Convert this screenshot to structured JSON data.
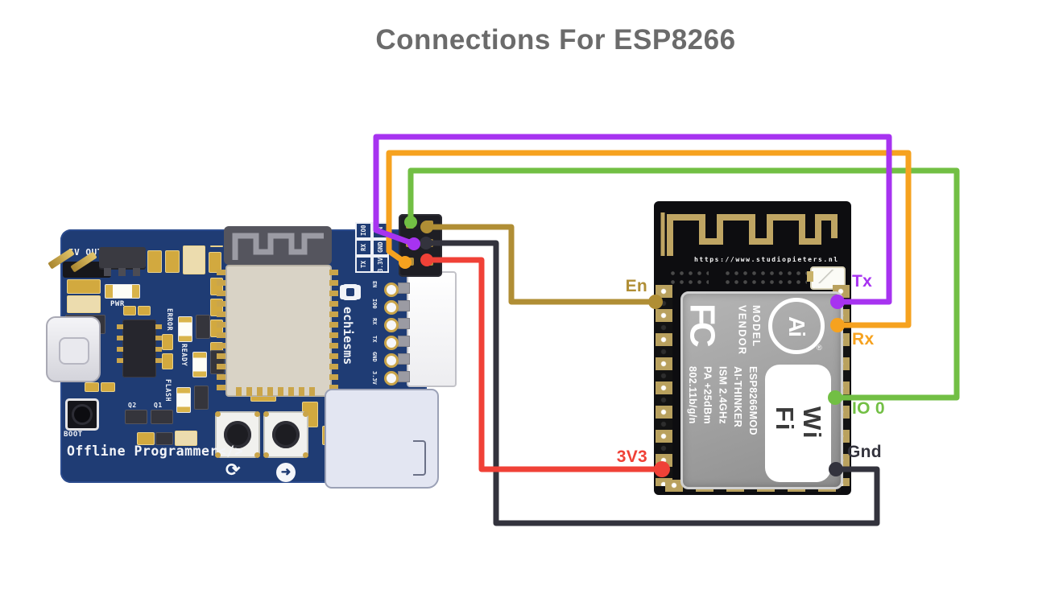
{
  "title": "Connections For ESP8266",
  "programmer": {
    "board_name": "Offline Programmer</>",
    "brand": "echiesms",
    "labels": {
      "power_out": "5V OUT",
      "pwr": "PWR",
      "error": "ERROR",
      "ready": "READY",
      "flash": "FLASH",
      "boot": "BOOT",
      "q2": "Q2",
      "q1": "Q1"
    },
    "pin_grid": {
      "left": [
        "IO0",
        "RX",
        "TX"
      ],
      "right": [
        "EN",
        "GND",
        "3.3V"
      ]
    },
    "connector_pins": [
      "EN",
      "IO0",
      "RX",
      "TX",
      "GND",
      "3.3V"
    ],
    "icons": {
      "reset": "⟳",
      "run": "➜"
    }
  },
  "esp8266": {
    "url": "https://www.studiopieters.nl",
    "shield": {
      "fcc": "FC",
      "model": "MODEL",
      "vendor": "VENDOR",
      "ai": "Ai",
      "reg_mark": "®",
      "wifi_top": "Wi",
      "wifi_bottom": "Fi",
      "specs": [
        "ESP8266MOD",
        "AI-THINKER",
        "ISM 2.4GHz",
        "PA +25dBm",
        "802.11b/g/n"
      ]
    }
  },
  "connections": {
    "en": {
      "label": "En",
      "color": "#b08e35"
    },
    "tx": {
      "label": "Tx",
      "color": "#a733f0"
    },
    "rx": {
      "label": "Rx",
      "color": "#f6a21f"
    },
    "io0": {
      "label": "IO 0",
      "color": "#72bf44"
    },
    "v33": {
      "label": "3V3",
      "color": "#f04137"
    },
    "gnd": {
      "label": "Gnd",
      "color": "#33333d"
    }
  }
}
